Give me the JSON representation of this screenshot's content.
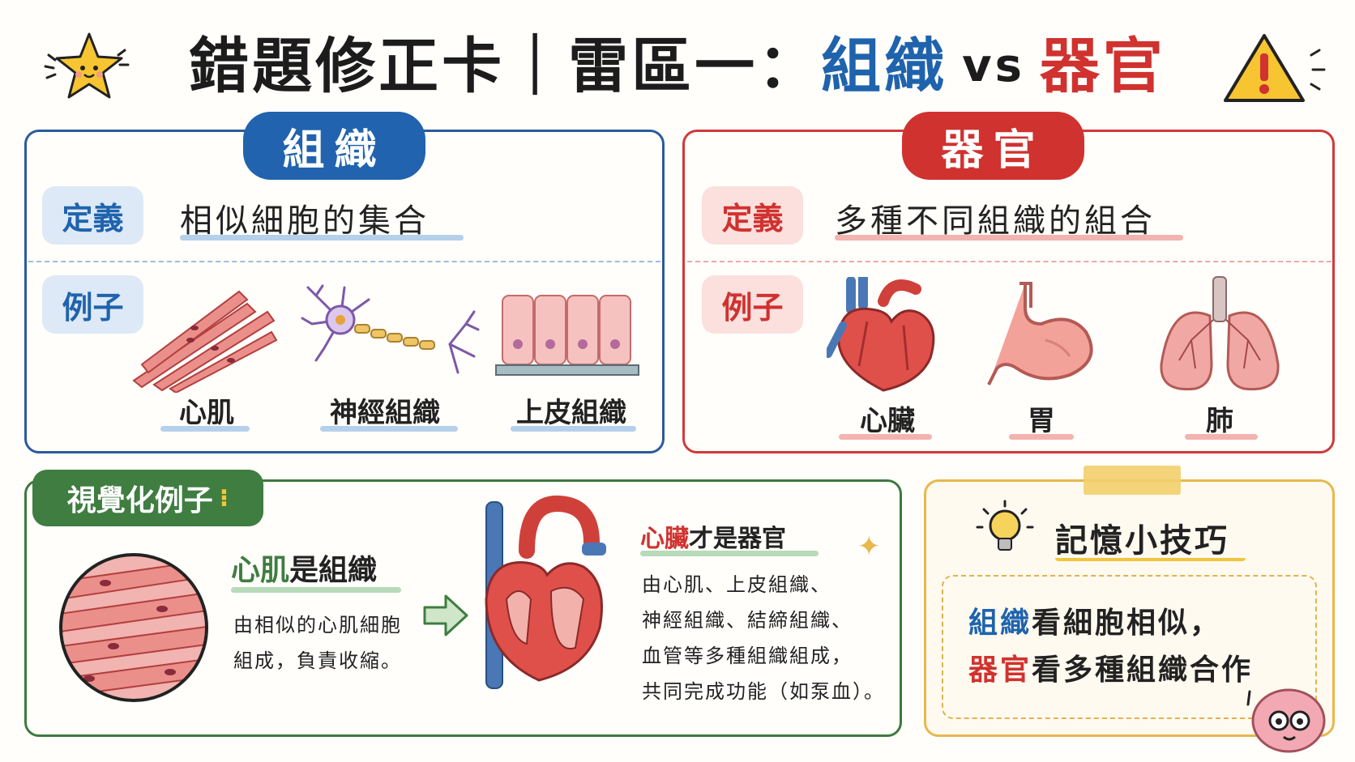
{
  "title": {
    "prefix": "錯題修正卡｜雷區一：",
    "tissue": "組織",
    "vs": "vs",
    "organ": "器官"
  },
  "tissue": {
    "header": "組織",
    "def_tag": "定義",
    "definition": "相似細胞的集合",
    "example_tag": "例子",
    "examples": [
      "心肌",
      "神經組織",
      "上皮組織"
    ]
  },
  "organ": {
    "header": "器官",
    "def_tag": "定義",
    "definition": "多種不同組織的組合",
    "example_tag": "例子",
    "examples": [
      "心臟",
      "胃",
      "肺"
    ]
  },
  "visual": {
    "tag": "視覺化例子",
    "muscle_title_red": "心肌",
    "muscle_title_rest": "是組織",
    "muscle_desc": [
      "由相似的心肌細胞",
      "組成，負責收縮。"
    ],
    "heart_title_red": "心臟",
    "heart_title_rest": "才是器官",
    "heart_desc": [
      "由心肌、上皮組織、",
      "神經組織、結締組織、",
      "血管等多種組織組成，",
      "共同完成功能（如泵血）。"
    ]
  },
  "tip": {
    "title": "記憶小技巧",
    "line1_colored": "組織",
    "line1_rest": "看細胞相似，",
    "line2_colored": "器官",
    "line2_rest": "看多種組織合作"
  },
  "colors": {
    "blue": "#1f63ad",
    "red": "#d0322f",
    "green": "#3f7d41",
    "gold": "#e8b84c"
  }
}
